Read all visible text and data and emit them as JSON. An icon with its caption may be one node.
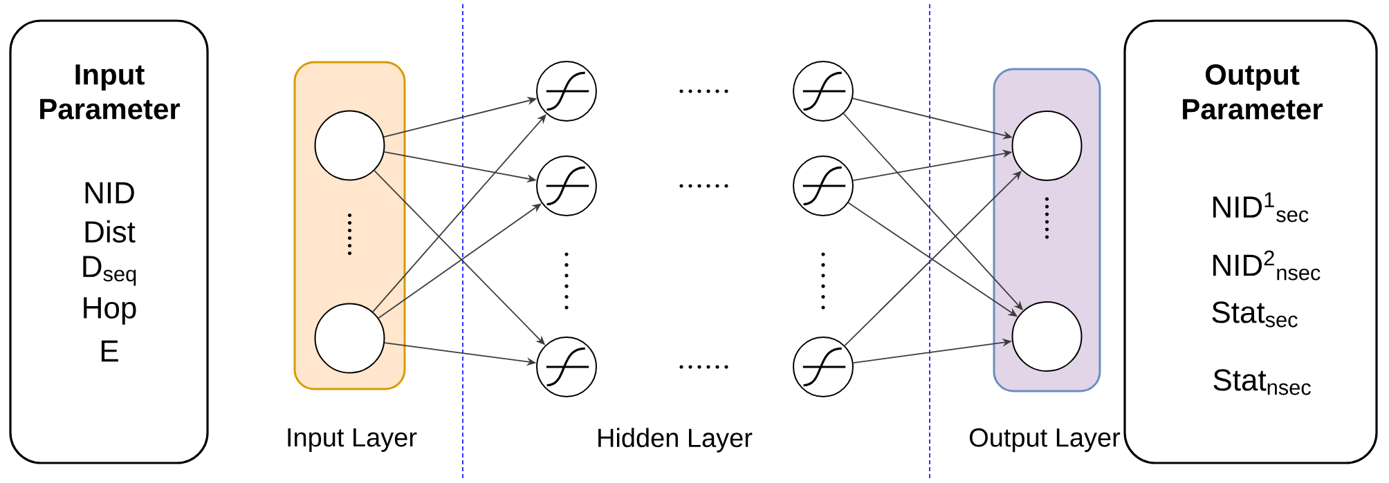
{
  "diagram": {
    "nodes": [
      {
        "text": [
          "Input Parameter",
          "NID",
          "Dist",
          "D$_{seq}$",
          "Hop",
          "E"
        ]
      },
      {
        "text": [
          "Input Layer"
        ]
      },
      {
        "text": [],
        "shape": "circle",
        "in": 1
      },
      {
        "text": [],
        "shape": "circle",
        "in": 1
      },
      {
        "text": [],
        "shape": "circle"
      },
      {
        "text": [],
        "shape": "circle"
      },
      {
        "text": [],
        "shape": "circle"
      },
      {
        "text": [],
        "shape": "circle"
      },
      {
        "text": [],
        "shape": "circle"
      },
      {
        "text": [],
        "shape": "circle"
      },
      {
        "text": [
          "Output Layer"
        ]
      },
      {
        "text": [],
        "shape": "circle",
        "in": 10
      },
      {
        "text": [],
        "shape": "circle",
        "in": 10
      },
      {
        "text": [
          "Output Parameter",
          "NID$^{1}$$_{sec}$",
          "NID$^{2}$$_{nsec}$",
          "Stat$_{sec}$",
          "Stat$_{nsec}$"
        ]
      }
    ],
    "edges": [
      {
        "from": 2,
        "to": 4,
        "arrow": "to"
      },
      {
        "from": 2,
        "to": 5,
        "arrow": "to"
      },
      {
        "from": 2,
        "to": 6,
        "arrow": "to"
      },
      {
        "from": 3,
        "to": 4,
        "arrow": "to"
      },
      {
        "from": 3,
        "to": 5,
        "arrow": "to"
      },
      {
        "from": 3,
        "to": 6,
        "arrow": "to"
      },
      {
        "from": 7,
        "to": 11,
        "arrow": "to"
      },
      {
        "from": 7,
        "to": 12,
        "arrow": "to"
      },
      {
        "from": 8,
        "to": 11,
        "arrow": "to"
      },
      {
        "from": 8,
        "to": 12,
        "arrow": "to"
      },
      {
        "from": 9,
        "to": 11,
        "arrow": "to"
      },
      {
        "from": 9,
        "to": 12,
        "arrow": "to"
      }
    ],
    "labels": [
      "Hidden Layer"
    ]
  }
}
